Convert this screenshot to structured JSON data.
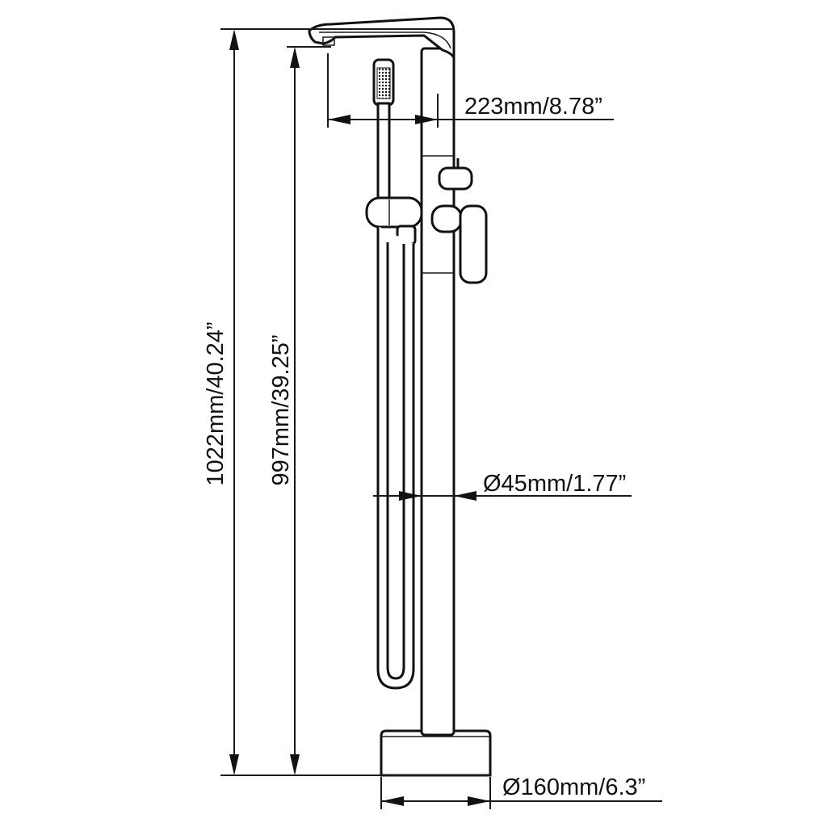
{
  "dimensions": {
    "total_height": "1022mm/40.24”",
    "spout_height": "997mm/39.25”",
    "spout_reach": "223mm/8.78”",
    "pipe_diameter": "Ø45mm/1.77”",
    "base_diameter": "Ø160mm/6.3”"
  }
}
